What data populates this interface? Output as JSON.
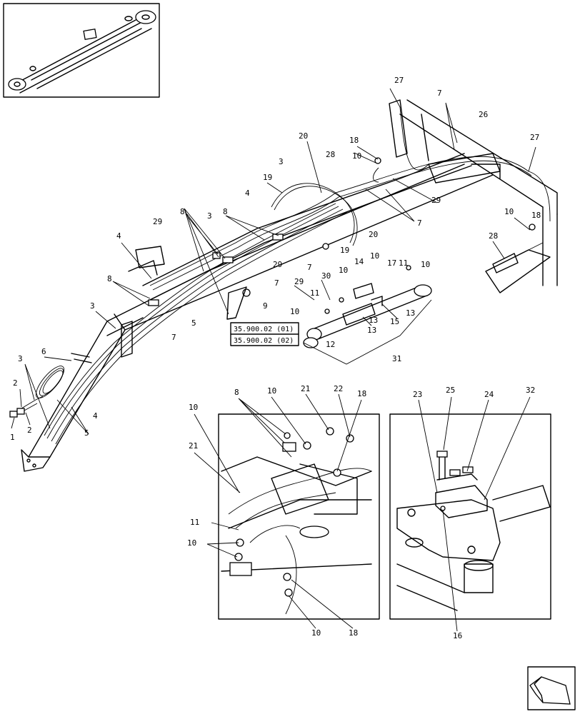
{
  "callouts": [
    "1",
    "2",
    "2",
    "3",
    "3",
    "3",
    "3",
    "4",
    "4",
    "4",
    "5",
    "5",
    "6",
    "7",
    "7",
    "7",
    "7",
    "7",
    "8",
    "8",
    "8",
    "9",
    "10",
    "10",
    "10",
    "10",
    "10",
    "10",
    "11",
    "11",
    "12",
    "13",
    "13",
    "13",
    "14",
    "15",
    "17",
    "18",
    "18",
    "19",
    "19",
    "20",
    "20",
    "26",
    "27",
    "27",
    "28",
    "28",
    "29",
    "29",
    "29",
    "29",
    "30",
    "31"
  ],
  "inset_left_callouts": [
    "8",
    "10",
    "21",
    "22",
    "18",
    "10",
    "21",
    "11",
    "10",
    "10",
    "18"
  ],
  "inset_right_callouts": [
    "23",
    "25",
    "24",
    "32",
    "16"
  ],
  "references": [
    "35.900.02 (01)",
    "35.900.02 (02)"
  ]
}
